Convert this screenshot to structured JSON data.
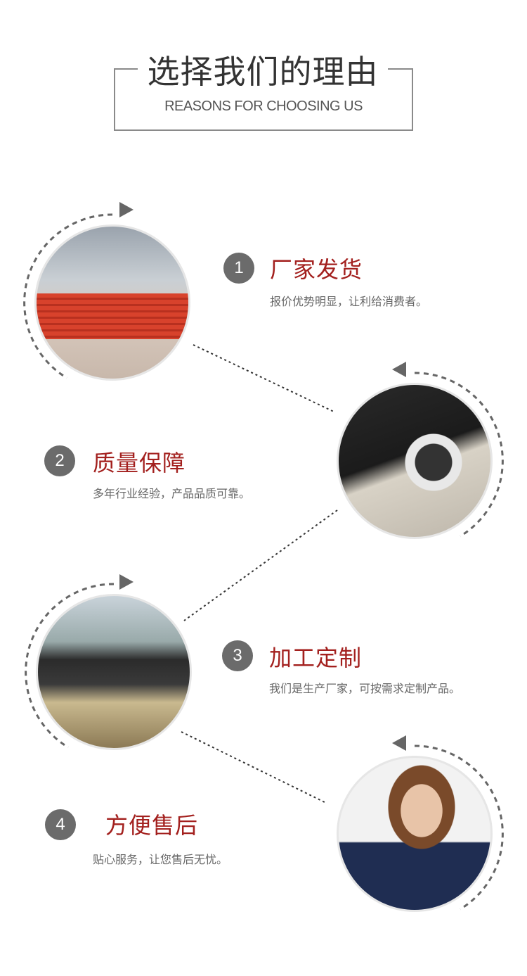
{
  "header": {
    "title": "选择我们的理由",
    "subtitle": "REASONS FOR CHOOSING US"
  },
  "items": [
    {
      "number": "1",
      "title": "厂家发货",
      "desc": "报价优势明显，让利给消费者。"
    },
    {
      "number": "2",
      "title": "质量保障",
      "desc": "多年行业经验，产品品质可靠。"
    },
    {
      "number": "3",
      "title": "加工定制",
      "desc": "我们是生产厂家，可按需求定制产品。"
    },
    {
      "number": "4",
      "title": "方便售后",
      "desc": "贴心服务，让您售后无忧。"
    }
  ],
  "colors": {
    "accent": "#a3201e",
    "badge": "#6b6b6b"
  }
}
